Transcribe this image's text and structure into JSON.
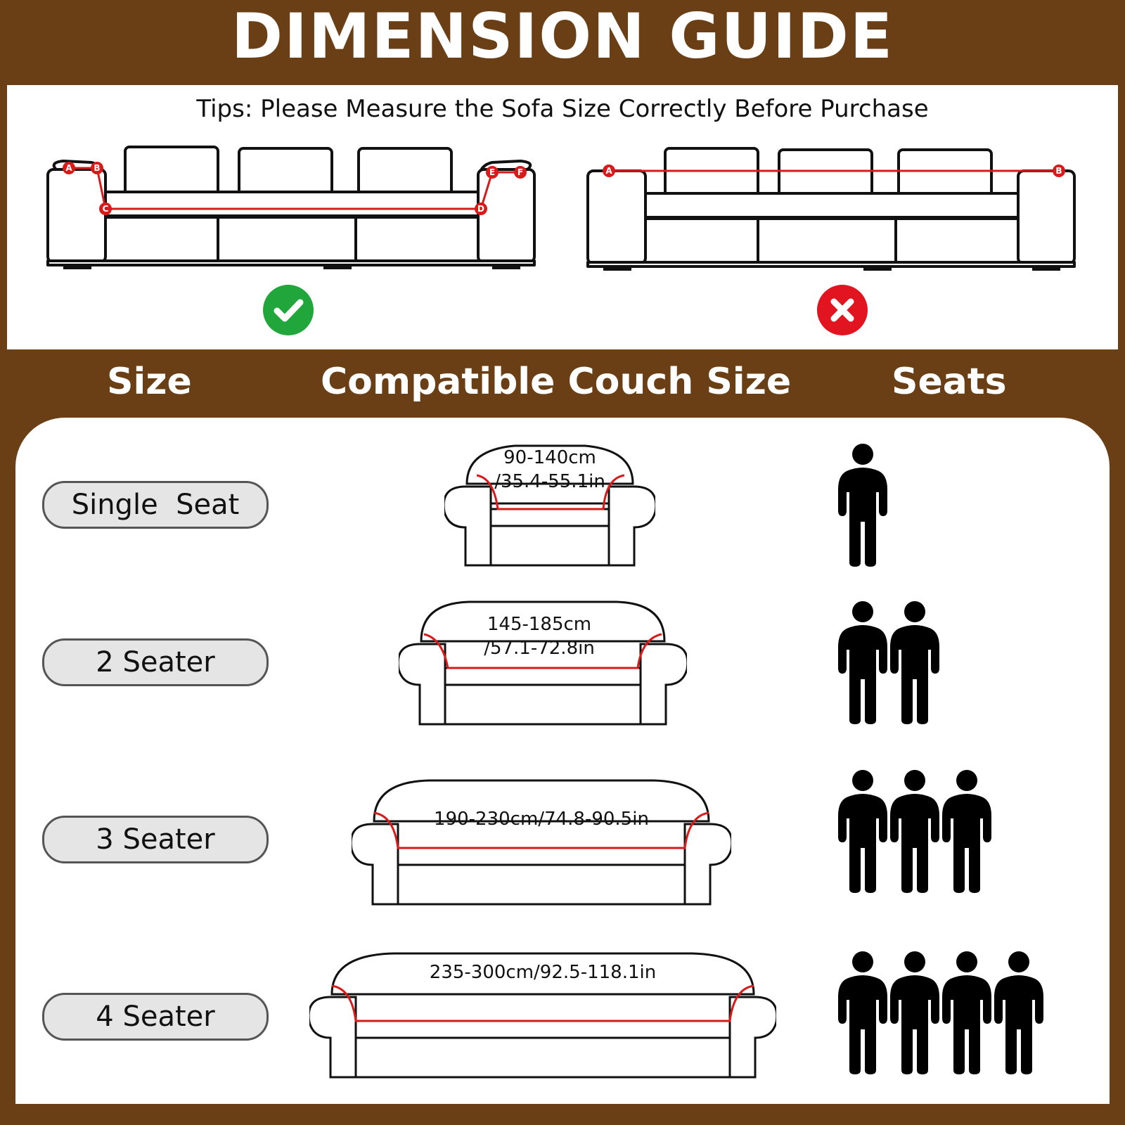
{
  "title": "DIMENSION GUIDE",
  "tips": "Tips: Please Measure the Sofa Size Correctly Before Purchase",
  "correct_points": [
    "A",
    "B",
    "C",
    "D",
    "E",
    "F"
  ],
  "wrong_points": [
    "A",
    "B"
  ],
  "colors": {
    "background": "#6b3f15",
    "measure_line": "#d81a1a",
    "check": "#20a63a",
    "cross": "#e1141f"
  },
  "headers": {
    "size": "Size",
    "compatible": "Compatible Couch Size",
    "seats": "Seats"
  },
  "rows": [
    {
      "size": "Single  Seat",
      "range_line1": "90-140cm",
      "range_line2": "/35.4-55.1in",
      "seats": 1
    },
    {
      "size": "2 Seater",
      "range_line1": "145-185cm",
      "range_line2": "/57.1-72.8in",
      "seats": 2
    },
    {
      "size": "3 Seater",
      "range_line1": "190-230cm/74.8-90.5in",
      "range_line2": "",
      "seats": 3
    },
    {
      "size": "4 Seater",
      "range_line1": "235-300cm/92.5-118.1in",
      "range_line2": "",
      "seats": 4
    }
  ]
}
